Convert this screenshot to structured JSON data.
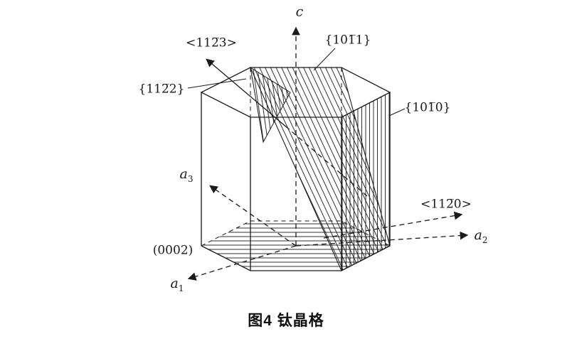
{
  "figure": {
    "caption": "图4 钛晶格"
  },
  "labels": {
    "direction_1123": "<112̅3>",
    "plane_1011": "{101̅1}",
    "plane_1122": "{112̅2}",
    "plane_1010": "{101̅0}",
    "direction_1120": "<112̅0>",
    "plane_0002": "(0002)"
  },
  "axes": {
    "c": {
      "letter": "c"
    },
    "a1": {
      "letter": "a",
      "sub": "1"
    },
    "a2": {
      "letter": "a",
      "sub": "2"
    },
    "a3": {
      "letter": "a",
      "sub": "3"
    }
  },
  "colors": {
    "ink": "#1a1a1a",
    "background": "#ffffff"
  }
}
